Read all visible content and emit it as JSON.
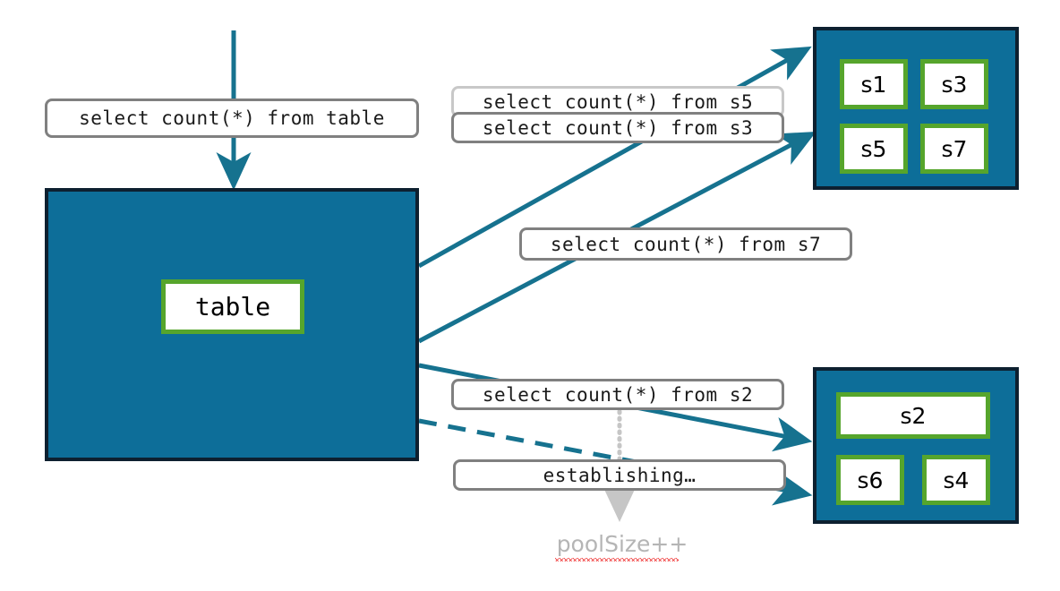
{
  "diagram": {
    "title": "database connection pool query routing",
    "colors": {
      "teal_fill": "#0d6e99",
      "dark_border": "#0d2030",
      "green_border": "#56a52c",
      "arrow_blue": "#16728f",
      "label_border": "#808080",
      "label_border_faded": "#c8c8c8",
      "muted_text": "#b5b5b5",
      "spellcheck_red": "#ee2222"
    }
  },
  "source": {
    "incoming_query": "select count(*) from table",
    "container_label": "table"
  },
  "pool_top": {
    "sessions": [
      {
        "label": "s1"
      },
      {
        "label": "s3"
      },
      {
        "label": "s5"
      },
      {
        "label": "s7"
      }
    ]
  },
  "pool_bottom": {
    "sessions": [
      {
        "label": "s2"
      },
      {
        "label": "s6"
      },
      {
        "label": "s4"
      }
    ]
  },
  "queries": [
    {
      "id": "s5",
      "text": "select count(*) from s5",
      "state": "faded"
    },
    {
      "id": "s3",
      "text": "select count(*) from s3",
      "state": "active"
    },
    {
      "id": "s7",
      "text": "select count(*) from s7",
      "state": "active"
    },
    {
      "id": "s2",
      "text": "select count(*) from s2",
      "state": "active"
    }
  ],
  "status": {
    "establishing_label": "establishing…",
    "pool_counter_label": "poolSize++"
  }
}
